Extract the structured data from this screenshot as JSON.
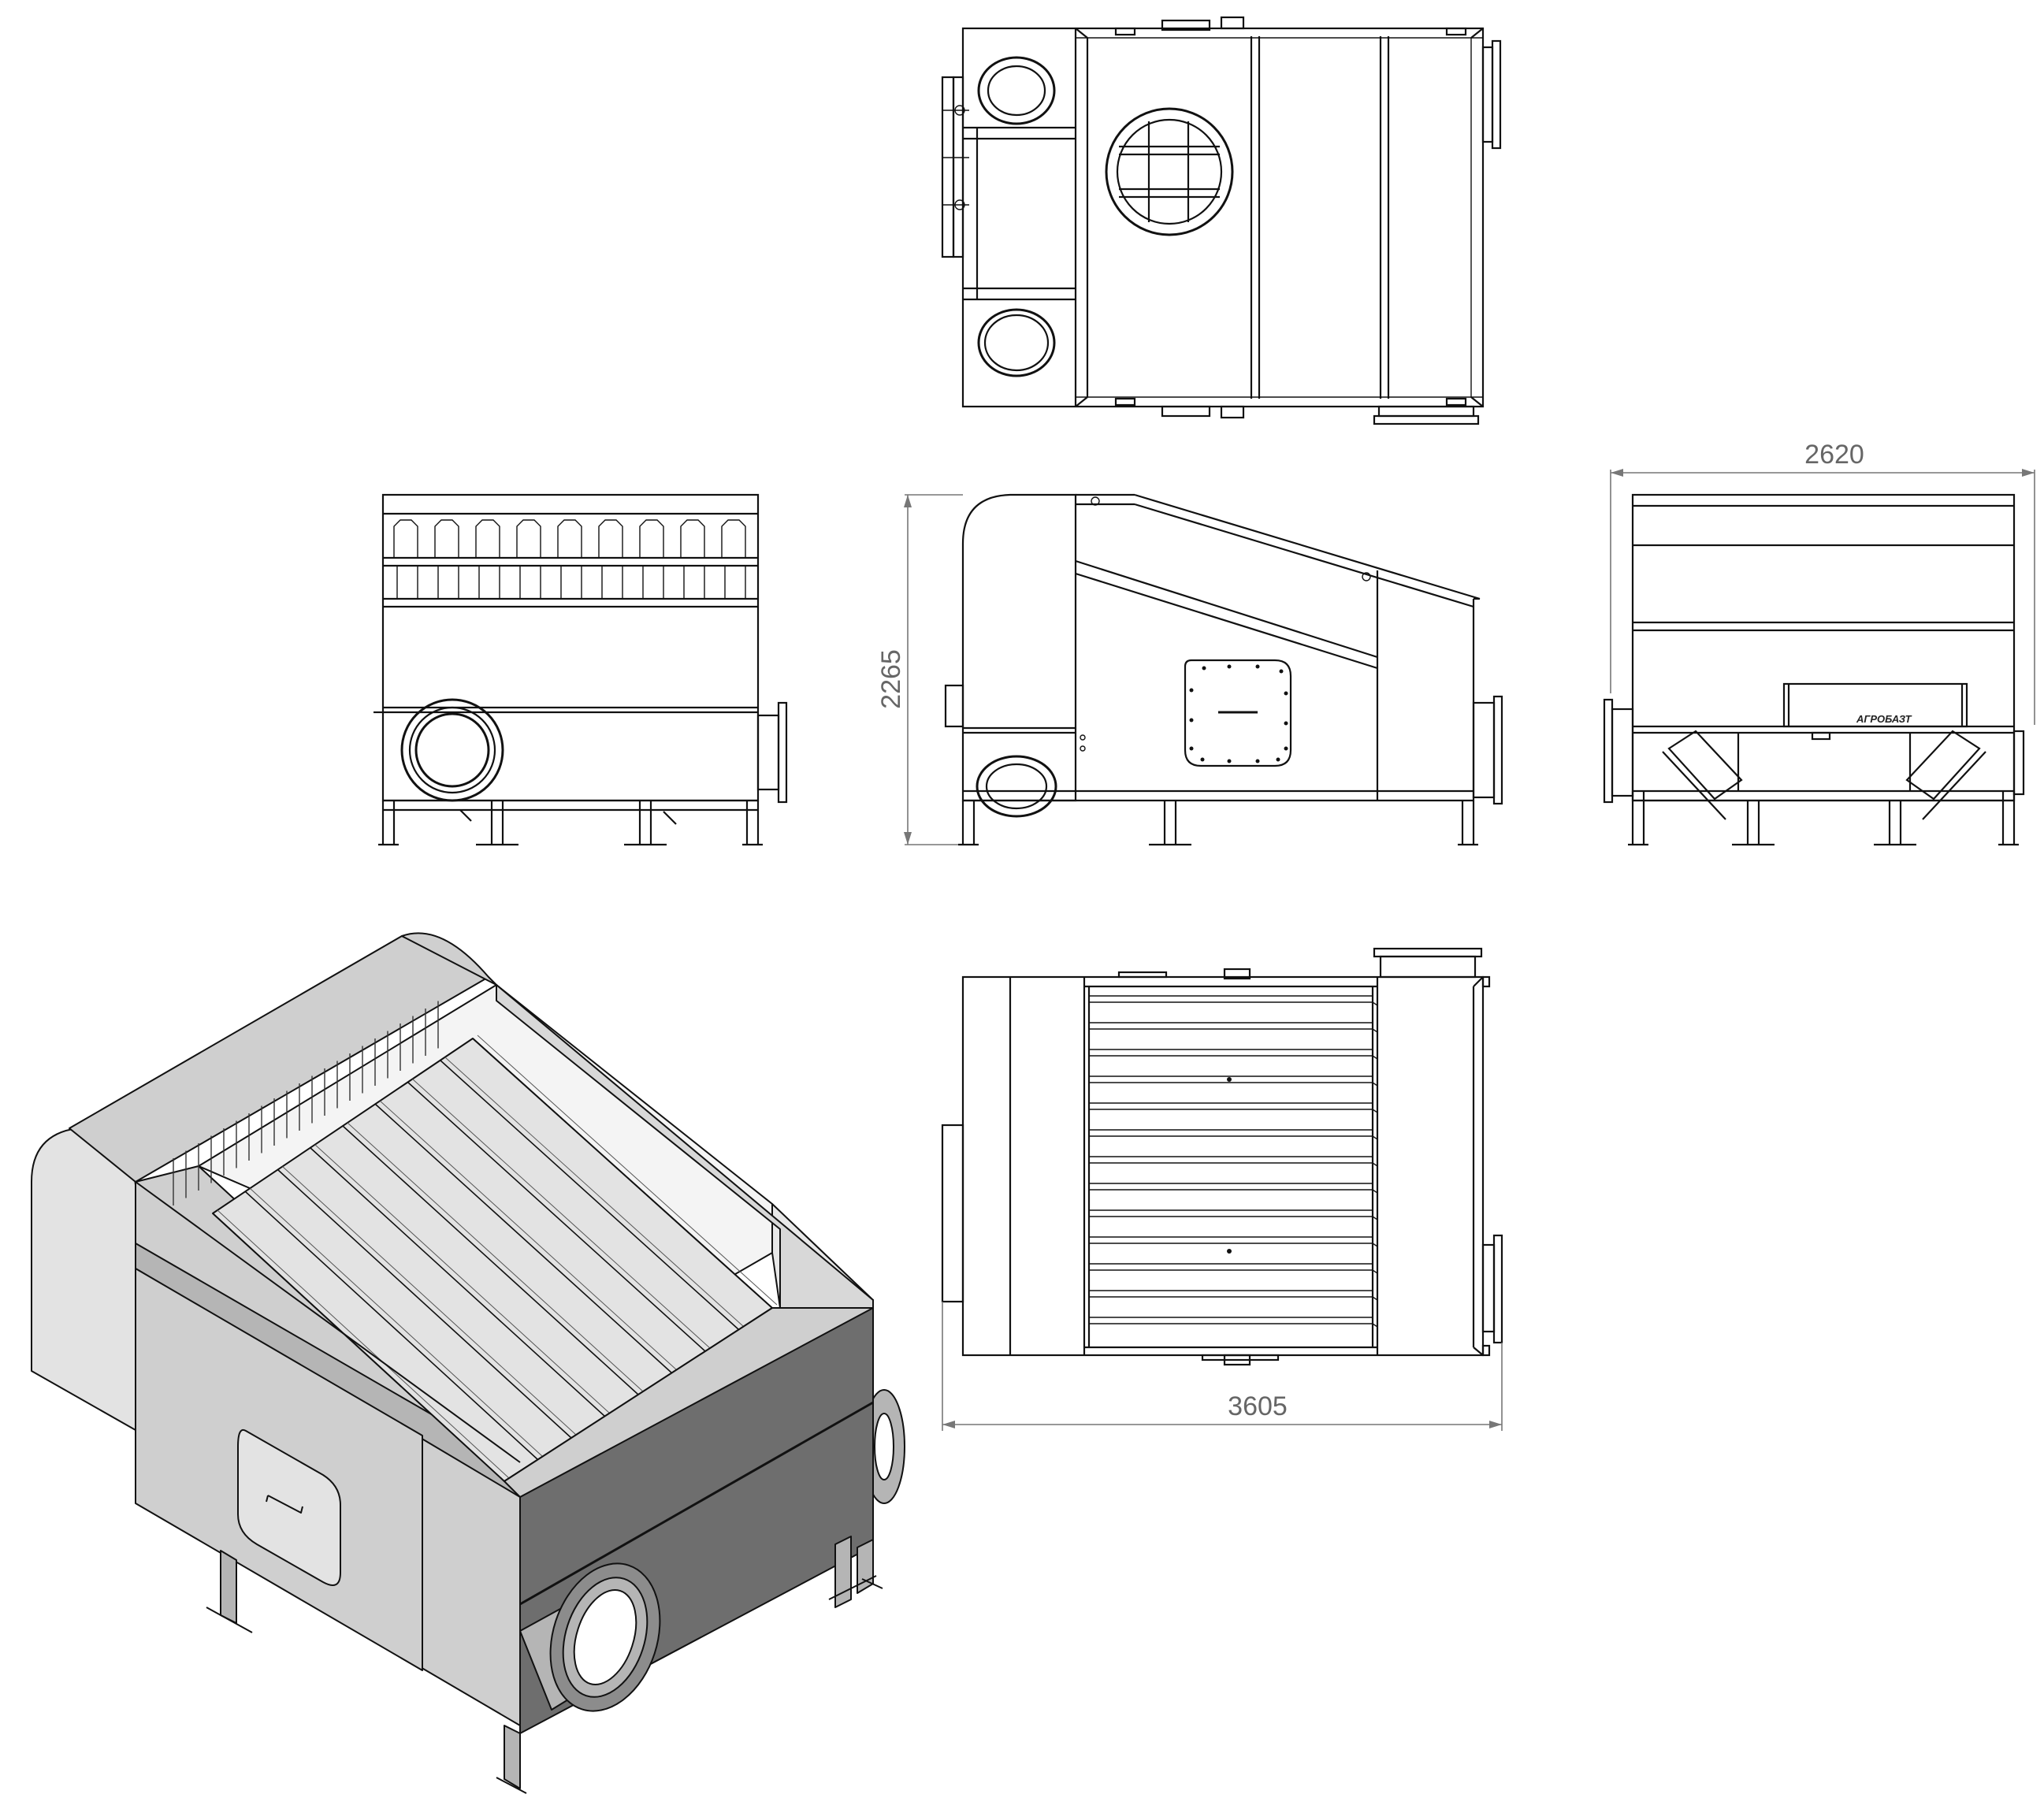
{
  "dimensions": {
    "width_top_right": "2620",
    "height_side": "2265",
    "length_bottom": "3605"
  },
  "nameplate": {
    "brand": "АГРОБАЗТ"
  },
  "colors": {
    "line": "#111111",
    "dimension": "#777777",
    "shade_light": "#e3e3e3",
    "shade_mid": "#cfcfcf",
    "shade_dark": "#8c8c8c"
  }
}
